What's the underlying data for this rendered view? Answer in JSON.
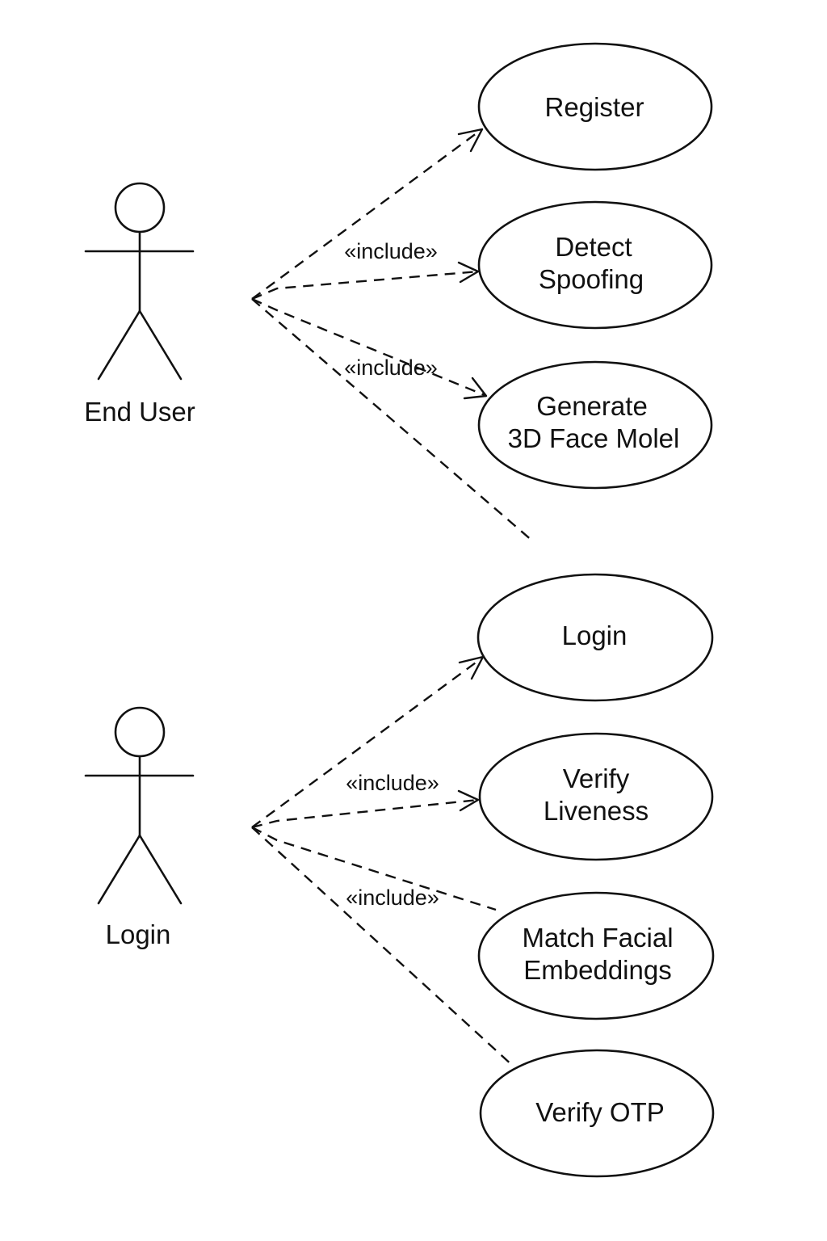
{
  "actors": [
    {
      "id": "end-user",
      "label": "End User"
    },
    {
      "id": "login-actor",
      "label": "Login"
    }
  ],
  "use_cases": {
    "register": {
      "lines": [
        "Register"
      ]
    },
    "detect_spoofing": {
      "lines": [
        "Detect",
        "Spoofing"
      ]
    },
    "generate_3d": {
      "lines": [
        "Generate",
        "3D Face Molel"
      ]
    },
    "login": {
      "lines": [
        "Login"
      ]
    },
    "verify_liveness": {
      "lines": [
        "Verify",
        "Liveness"
      ]
    },
    "match_facial": {
      "lines": [
        "Match Facial",
        "Embeddings"
      ]
    },
    "verify_otp": {
      "lines": [
        "Verify OTP"
      ]
    }
  },
  "stereotypes": {
    "include_1": "«include»",
    "include_2": "«include»",
    "include_3": "«include»",
    "include_4": "«include»"
  }
}
